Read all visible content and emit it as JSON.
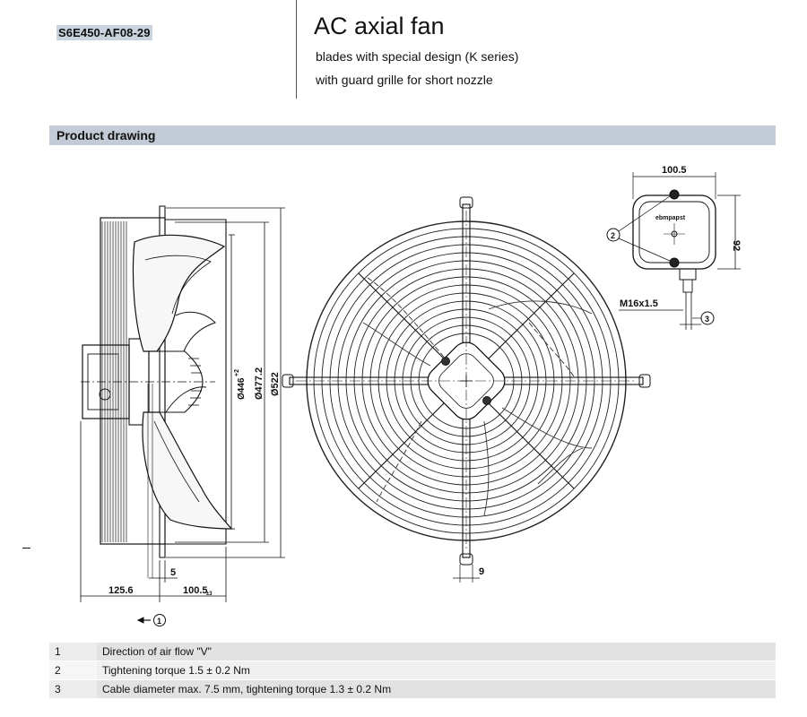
{
  "header": {
    "model": "S6E450-AF08-29",
    "title": "AC axial fan",
    "subtitle_1": "blades with special design (K series)",
    "subtitle_2": "with guard grille for short nozzle"
  },
  "section": {
    "title": "Product drawing"
  },
  "drawing": {
    "side_view": {
      "dim_diameter_1": "Ø446",
      "dim_diameter_1_tol": "+2",
      "dim_diameter_2": "Ø477.2",
      "dim_diameter_3": "Ø522",
      "dim_depth_1": "125.6",
      "dim_depth_2": "100.5",
      "dim_depth_2_tol": "±3",
      "dim_flange": "5",
      "callout_1": "1"
    },
    "front_view": {
      "dim_tab": "9"
    },
    "terminal_box": {
      "dim_width": "100.5",
      "dim_height": "92",
      "brand": "ebmpapst",
      "cable_gland": "M16x1.5",
      "callout_2": "2",
      "callout_3": "3"
    }
  },
  "legend": [
    {
      "num": "1",
      "text": "Direction of air flow \"V\""
    },
    {
      "num": "2",
      "text": "Tightening torque 1.5 ± 0.2 Nm"
    },
    {
      "num": "3",
      "text": "Cable diameter max. 7.5 mm, tightening torque 1.3 ± 0.2 Nm"
    }
  ]
}
